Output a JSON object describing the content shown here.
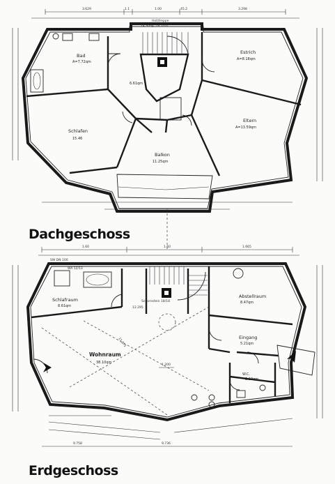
{
  "sheets": {
    "upper": {
      "title": "Dachgeschoss",
      "stair_label": "Holztreppe",
      "stair_note": "14 Steig. 18.5/26",
      "rooms": [
        {
          "key": "bad",
          "name": "Bad",
          "area": "A=7.72qm"
        },
        {
          "key": "estrich",
          "name": "Estrich",
          "area": "A=8.18qm"
        },
        {
          "key": "schlafen",
          "name": "Schlafen",
          "area": "15.46"
        },
        {
          "key": "eltern",
          "name": "Eltern",
          "area": "A=13.59qm"
        },
        {
          "key": "balkon",
          "name": "Balkon",
          "area": "11.25qm"
        },
        {
          "key": "mid",
          "name": "",
          "area": "6.61qm"
        }
      ],
      "dims_top": [
        "3.629",
        "1.1",
        "1.00",
        "45.2",
        "3.298"
      ]
    },
    "lower": {
      "title": "Erdgeschoss",
      "sw_label": "SW DN 100",
      "wa_label": "WA 12/13",
      "chimney_label": "Schornstein 18/18",
      "rooms": [
        {
          "key": "schlafraum",
          "name": "Schlafraum",
          "area": "8.61qm"
        },
        {
          "key": "abstellraum",
          "name": "Abstellraum",
          "area": "8.47qm"
        },
        {
          "key": "eingang",
          "name": "Eingang",
          "area": "5.21qm"
        },
        {
          "key": "wohnraum",
          "name": "Wohnraum",
          "area": "38.10qm"
        },
        {
          "key": "wc",
          "name": "W.C.",
          "area": "2.19qm"
        }
      ],
      "dims_top": [
        "1.60",
        "1.60",
        "1.665"
      ],
      "dims_misc": [
        "12.295",
        "11.875",
        "1.200",
        "9.758",
        "9.736"
      ]
    }
  }
}
